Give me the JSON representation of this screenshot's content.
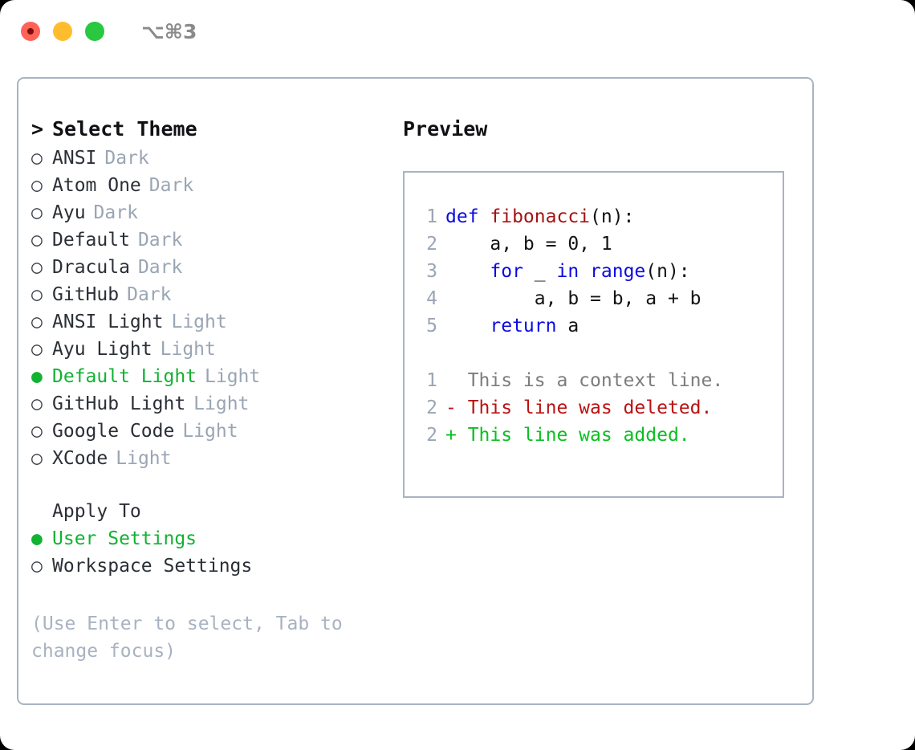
{
  "titlebar": {
    "shortcut": "⌥⌘3",
    "buttons": [
      {
        "name": "close",
        "color": "#ff6259"
      },
      {
        "name": "minimize",
        "color": "#ffbd2e"
      },
      {
        "name": "maximize",
        "color": "#28c840"
      }
    ]
  },
  "theme_panel": {
    "title": "Select Theme",
    "caret": ">",
    "bullet_selected": "●",
    "bullet_unselected": "○",
    "items": [
      {
        "label": "ANSI",
        "tag": "Dark",
        "selected": false
      },
      {
        "label": "Atom One",
        "tag": "Dark",
        "selected": false
      },
      {
        "label": "Ayu",
        "tag": "Dark",
        "selected": false
      },
      {
        "label": "Default",
        "tag": "Dark",
        "selected": false
      },
      {
        "label": "Dracula",
        "tag": "Dark",
        "selected": false
      },
      {
        "label": "GitHub",
        "tag": "Dark",
        "selected": false
      },
      {
        "label": "ANSI Light",
        "tag": "Light",
        "selected": false
      },
      {
        "label": "Ayu Light",
        "tag": "Light",
        "selected": false
      },
      {
        "label": "Default Light",
        "tag": "Light",
        "selected": true
      },
      {
        "label": "GitHub Light",
        "tag": "Light",
        "selected": false
      },
      {
        "label": "Google Code",
        "tag": "Light",
        "selected": false
      },
      {
        "label": "XCode",
        "tag": "Light",
        "selected": false
      }
    ]
  },
  "apply_to": {
    "header": "Apply To",
    "items": [
      {
        "label": "User Settings",
        "selected": true
      },
      {
        "label": "Workspace Settings",
        "selected": false
      }
    ]
  },
  "hint": "(Use Enter to select, Tab to change focus)",
  "preview": {
    "title": "Preview",
    "code_lines": [
      {
        "no": "1",
        "segments": [
          {
            "t": "def ",
            "c": "kw"
          },
          {
            "t": "fibonacci",
            "c": "fn"
          },
          {
            "t": "(n):",
            "c": "code-text"
          }
        ]
      },
      {
        "no": "2",
        "segments": [
          {
            "t": "    a, b = 0, 1",
            "c": "code-text"
          }
        ]
      },
      {
        "no": "3",
        "segments": [
          {
            "t": "    ",
            "c": "code-text"
          },
          {
            "t": "for",
            "c": "kw"
          },
          {
            "t": " _ ",
            "c": "code-text"
          },
          {
            "t": "in range",
            "c": "kw"
          },
          {
            "t": "(n):",
            "c": "code-text"
          }
        ]
      },
      {
        "no": "4",
        "segments": [
          {
            "t": "        a, b = b, a + b",
            "c": "code-text"
          }
        ]
      },
      {
        "no": "5",
        "segments": [
          {
            "t": "    ",
            "c": "code-text"
          },
          {
            "t": "return",
            "c": "kw"
          },
          {
            "t": " a",
            "c": "code-text"
          }
        ]
      }
    ],
    "diff_lines": [
      {
        "no": "1",
        "text": "  This is a context line.",
        "kind": "diff-ctx"
      },
      {
        "no": "2",
        "text": "- This line was deleted.",
        "kind": "diff-del"
      },
      {
        "no": "2",
        "text": "+ This line was added.",
        "kind": "diff-add"
      }
    ]
  },
  "colors": {
    "accent_green": "#12b233",
    "tag_gray": "#9aa5b4",
    "border": "#a9b4c2",
    "keyword_blue": "#0a0ae0",
    "function_red": "#a61212",
    "diff_added": "#0ac020",
    "diff_deleted": "#bb1111",
    "hint_gray": "#a8b2c0"
  }
}
